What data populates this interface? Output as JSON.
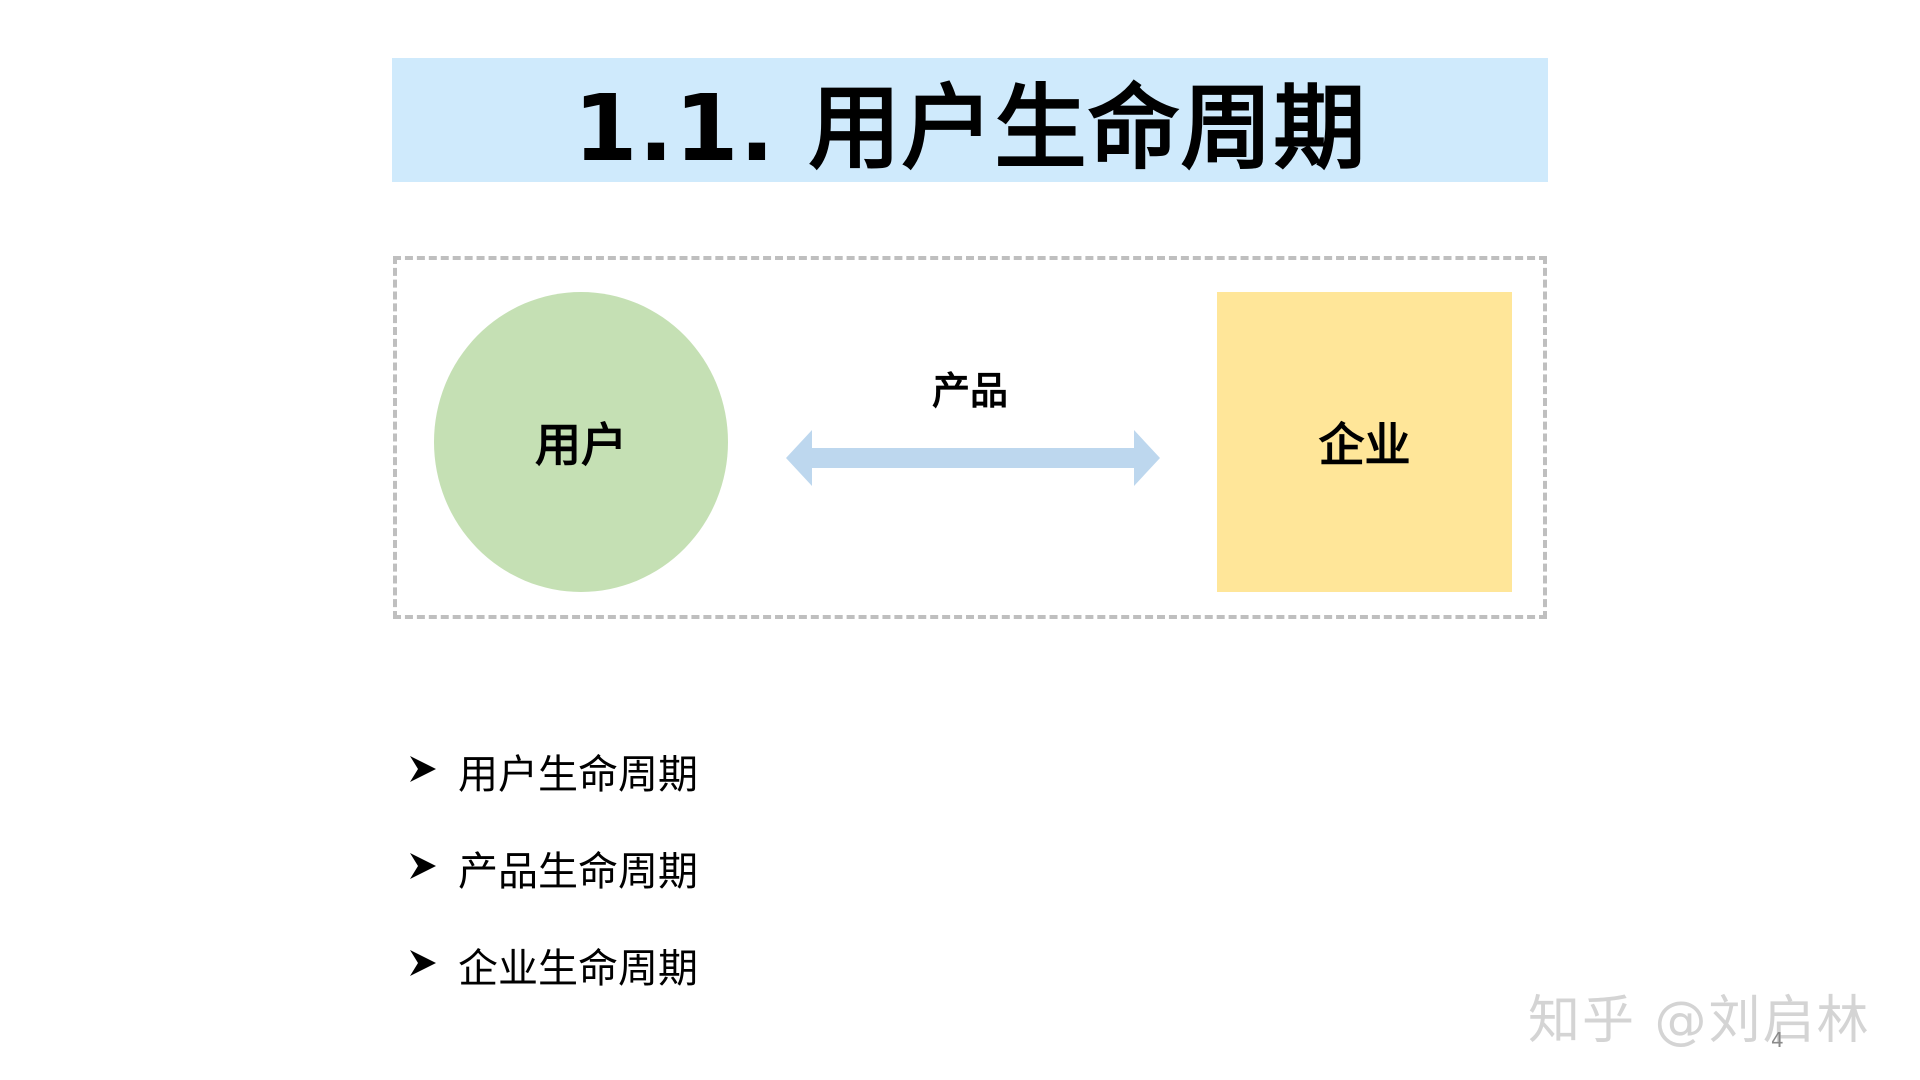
{
  "slide": {
    "title": "1.1. 用户生命周期",
    "page_number": "4",
    "watermark": "知乎 @刘启林"
  },
  "diagram": {
    "left_node": "用户",
    "right_node": "企业",
    "connector_label": "产品",
    "connector_type": "double-headed-arrow",
    "colors": {
      "left_node_fill": "#c5e0b4",
      "right_node_fill": "#ffe699",
      "arrow_fill": "#bdd7ee",
      "frame_border": "#bfbfbf",
      "title_background": "#cfeafc"
    }
  },
  "bullets": [
    {
      "icon": "arrowhead-bullet",
      "text": "用户生命周期"
    },
    {
      "icon": "arrowhead-bullet",
      "text": "产品生命周期"
    },
    {
      "icon": "arrowhead-bullet",
      "text": "企业生命周期"
    }
  ]
}
